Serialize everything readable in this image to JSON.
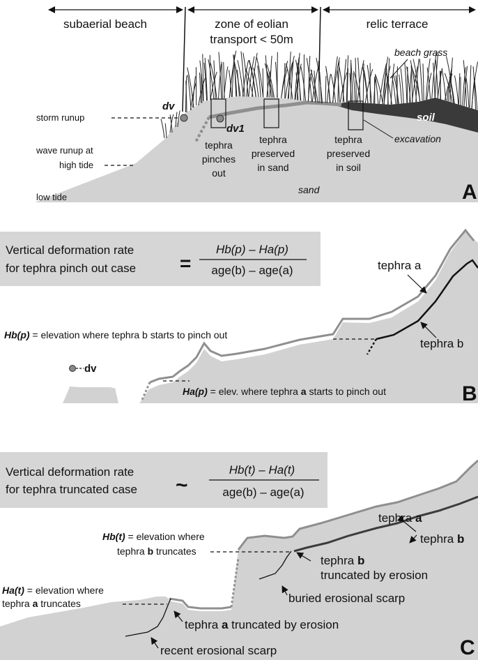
{
  "panel_a": {
    "letter": "A",
    "zones": {
      "subaerial": "subaerial beach",
      "eolian_line1": "zone of eolian",
      "eolian_line2": "transport < 50m",
      "relic": "relic terrace"
    },
    "labels": {
      "beach_grass": "beach grass",
      "soil": "soil",
      "excavation": "excavation",
      "dv": "dv",
      "dv1": "dv1",
      "storm_runup": "storm runup",
      "wave_runup_1": "wave runup at",
      "wave_runup_2": "high tide",
      "low_tide": "low tide",
      "sand": "sand",
      "pinch_1": "tephra",
      "pinch_2": "pinches",
      "pinch_3": "out",
      "sandpres_1": "tephra",
      "sandpres_2": "preserved",
      "sandpres_3": "in sand",
      "soilpres_1": "tephra",
      "soilpres_2": "preserved",
      "soilpres_3": "in soil"
    }
  },
  "panel_b": {
    "letter": "B",
    "formula_line1": "Vertical deformation rate",
    "formula_line2": "for tephra pinch out case",
    "operator": "=",
    "numerator": "Hb(p) – Ha(p)",
    "denominator": "age(b) – age(a)",
    "tephra_a": "tephra a",
    "tephra_b": "tephra b",
    "hbp_term": "Hb(p)",
    "hbp_def": " = elevation where tephra b starts to pinch out",
    "hap_term": "Ha(p)",
    "hap_def_1": " = elev. where tephra ",
    "hap_def_bold": "a",
    "hap_def_2": " starts to pinch out",
    "dv": "dv"
  },
  "panel_c": {
    "letter": "C",
    "formula_line1": "Vertical deformation rate",
    "formula_line2": "for tephra truncated case",
    "operator": "~",
    "numerator": "Hb(t) – Ha(t)",
    "denominator": "age(b) – age(a)",
    "tephra_a_1": "tephra ",
    "tephra_a_2": "a",
    "tephra_b_1": "tephra ",
    "tephra_b_2": "b",
    "hbt_term": "Hb(t)",
    "hbt_def_1": " = elevation where",
    "hbt_def_2a": "tephra ",
    "hbt_def_2b": "b",
    "hbt_def_2c": " truncates",
    "hat_term": "Ha(t)",
    "hat_def_1": " = elevation where",
    "hat_def_2a": "tephra ",
    "hat_def_2b": "a",
    "hat_def_2c": " truncates",
    "trunc_b_1a": "tephra ",
    "trunc_b_1b": "b",
    "trunc_b_2": "truncated by erosion",
    "buried_scarp": "buried erosional scarp",
    "trunc_a_1": "tephra ",
    "trunc_a_2": "a",
    "trunc_a_3": " truncated by erosion",
    "recent_scarp": "recent erosional scarp"
  }
}
